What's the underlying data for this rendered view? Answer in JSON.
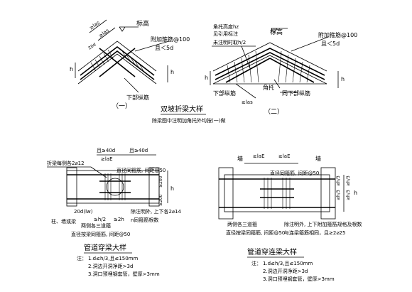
{
  "top_left": {
    "la1": "≥las",
    "la2": "≥las",
    "d20": "20d",
    "biaogao": "标高",
    "fujia1": "附加箍筋@100",
    "fujia2": "且＜5d",
    "xiabu": "下部纵筋",
    "h": "h",
    "caption": "（一）"
  },
  "top_right": {
    "jiaotuo1": "角托高度hz",
    "jiaotuo2": "见引用标注",
    "jiaotuo3": "未注明时取h/2",
    "biaogao": "标高",
    "fujia1": "附加箍筋@100",
    "fujia2": "且＜5d",
    "jiaotuo": "角托",
    "tonggujin": "同下部纵筋",
    "xiabu": "下部纵筋",
    "la": "≥las",
    "h": "h",
    "caption": "（二）"
  },
  "top_title": "双坡折梁大样",
  "top_note": "除梁图中注明加角托外均按(一)做",
  "bl": {
    "d40a": "且≥40d",
    "d40b": "且≥40d",
    "laq": "≥laE",
    "wall_note": "折梁每侧各2⌀12",
    "zhijing": "直径同箍筋, 间距@50",
    "d20": "20d(lw)",
    "h2": "≥h/2",
    "h2b": "≥2h",
    "san": "两侧各三道箍",
    "chuzhu": "除注明外, 上下各2⌀14",
    "ngu": "n同箍筋根数",
    "zhu": "柱、墙或梁",
    "zhijing2": "直径按梁同箍筋, 间距@50",
    "h": "h",
    "s200a": "≥200",
    "s200b": "≥200",
    "title": "管道穿梁大样",
    "note_head": "注：",
    "note1": "1.d≤h/3,且≤150mm",
    "note2": "2.洞边开洞净距>3d",
    "note3": "3.洞口预埋钢套管，壁厚>3mm"
  },
  "br": {
    "qiang1": "墙",
    "qiang2": "墙",
    "laq1": "≥laE",
    "laq2": "≥laE",
    "zhijing": "直径同箍筋, 间距@50",
    "san": "两侧各三道箍",
    "zhijing2": "直径按梁同箍筋, 间距@50",
    "chuzhu": "除注明外, 上下附加箍筋规格及根数",
    "yulian": "与连梁箍筋相同，且≥2⌀25",
    "h3a": "≥h/3",
    "h3b": "≥h/3",
    "h3c": "≥h/3",
    "h3d": "≥h/3",
    "h": "h",
    "title": "管道穿连梁大样",
    "note_head": "注：",
    "note1": "1.d≤h/3,且≤150mm",
    "note2": "2.洞边开洞净距>3d",
    "note3": "3.洞口预埋钢套管，壁厚>3mm"
  }
}
